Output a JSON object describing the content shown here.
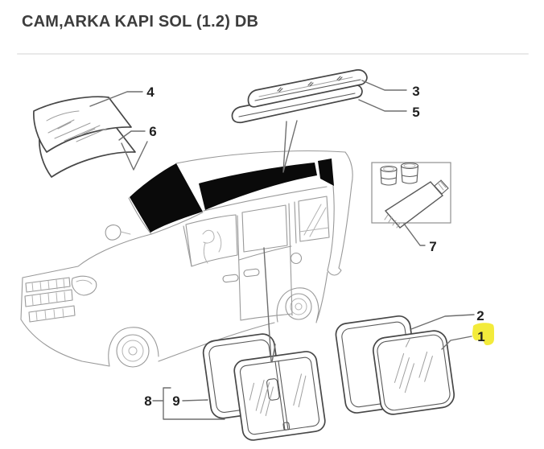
{
  "header": {
    "title": "CAM,ARKA KAPI SOL (1.2) DB"
  },
  "diagram": {
    "description": "Exploded line-drawing parts diagram of a panel van showing numbered window glass, seals, sliding-window assembly and adhesive kit",
    "callouts": [
      {
        "label": "1",
        "highlighted": true
      },
      {
        "label": "2",
        "highlighted": false
      },
      {
        "label": "3",
        "highlighted": false
      },
      {
        "label": "4",
        "highlighted": false
      },
      {
        "label": "5",
        "highlighted": false
      },
      {
        "label": "6",
        "highlighted": false
      },
      {
        "label": "7",
        "highlighted": false
      },
      {
        "label": "8",
        "highlighted": false
      },
      {
        "label": "9",
        "highlighted": false
      }
    ],
    "colors": {
      "highlight": "#f3eb3b",
      "ink": "#1f1f1f",
      "title_text": "#3d3d3d",
      "divider": "#e9e9e9",
      "blacked_glass": "#0a0a0a"
    }
  }
}
